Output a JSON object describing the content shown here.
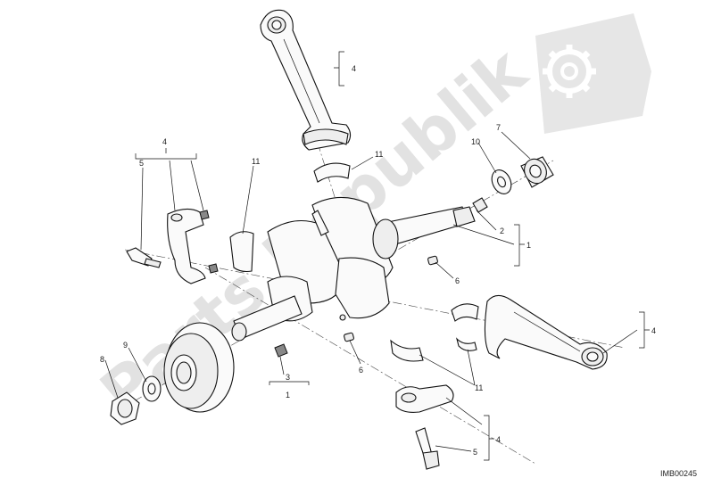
{
  "watermark": {
    "text": "Parts Republik",
    "icon": "gear-flag-icon",
    "color": "#e2e2e2"
  },
  "diagram_code": "IMB00245",
  "callouts": {
    "c4_top": "4",
    "c11_top": "11",
    "c10": "10",
    "c7": "7",
    "c2": "2",
    "c1_right": "1",
    "c6_right": "6",
    "c4_left": "4",
    "c5_left": "5",
    "c11_left": "11",
    "c9": "9",
    "c8": "8",
    "c3": "3",
    "c1_bottom": "1",
    "c6_mid": "6",
    "c11_bottom": "11",
    "c4_right": "4",
    "c5_bottom": "5",
    "c4_bottom": "4"
  }
}
